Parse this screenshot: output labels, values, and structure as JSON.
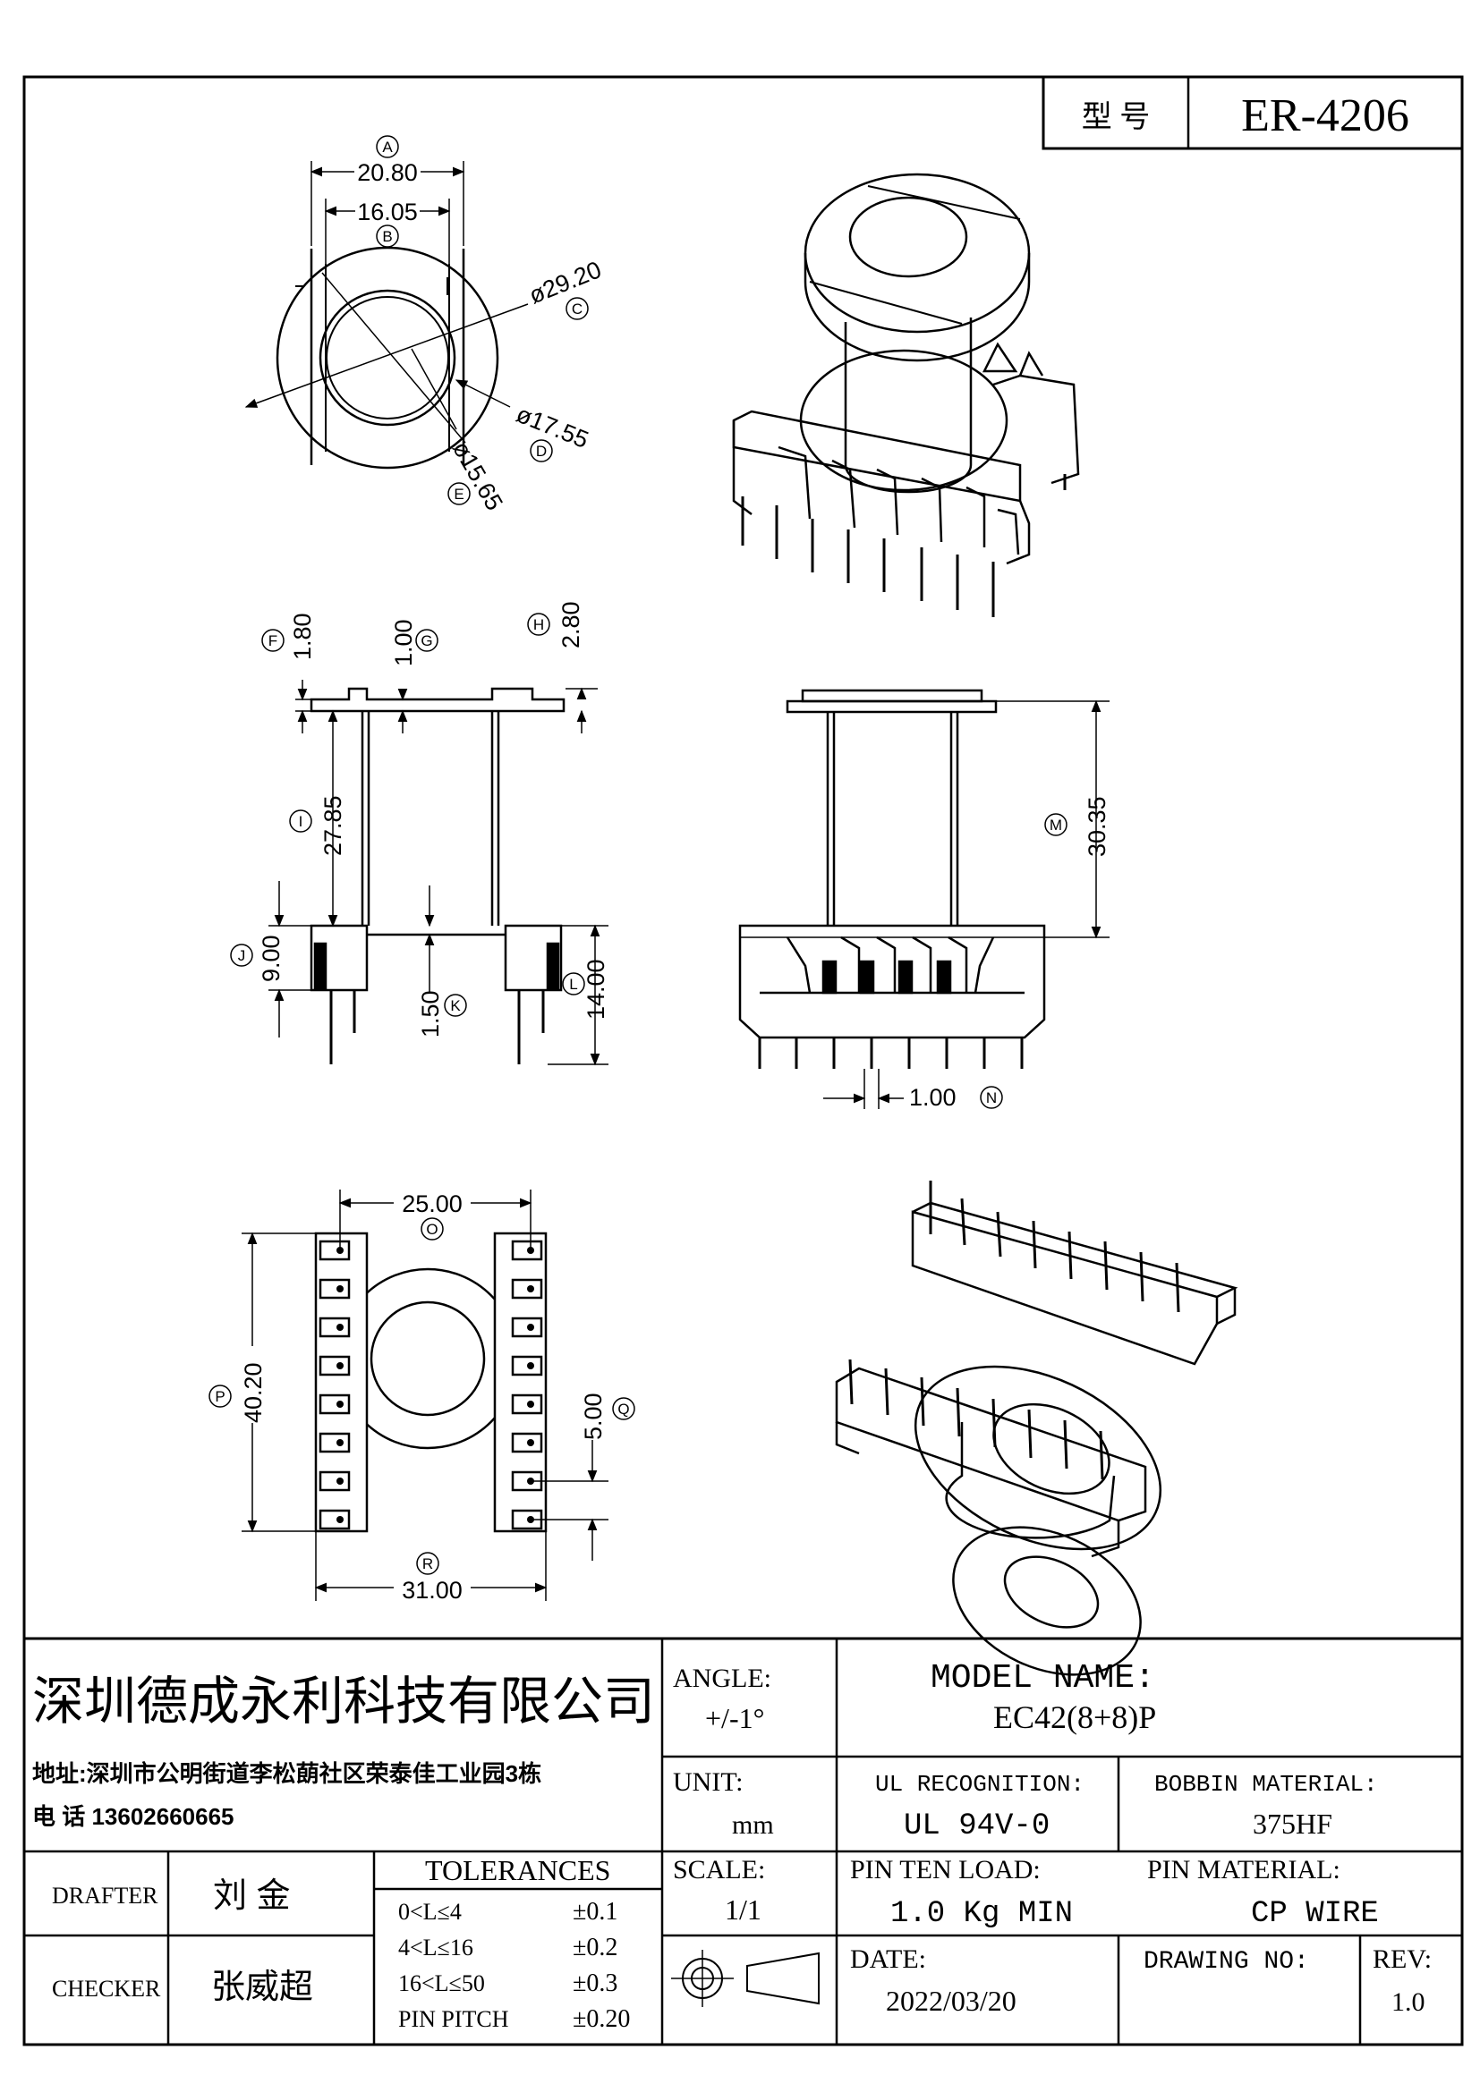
{
  "header": {
    "type_label": "型 号",
    "part_number": "ER-4206"
  },
  "dimensions": {
    "A": "20.80",
    "B": "16.05",
    "C": "ø29.20",
    "D": "ø17.55",
    "E": "ø15.65",
    "F": "1.80",
    "G": "1.00",
    "H": "2.80",
    "I": "27.85",
    "J": "9.00",
    "K": "1.50",
    "L": "14.00",
    "M": "30.35",
    "N": "1.00",
    "O": "25.00",
    "P": "40.20",
    "Q": "5.00",
    "R": "31.00"
  },
  "callouts": [
    "A",
    "B",
    "C",
    "D",
    "E",
    "F",
    "G",
    "H",
    "I",
    "J",
    "K",
    "L",
    "M",
    "N",
    "O",
    "P",
    "Q",
    "R"
  ],
  "title_block": {
    "company": "深圳德成永利科技有限公司",
    "address": "地址:深圳市公明街道李松蓢社区荣泰佳工业园3栋",
    "phone": "电 话  13602660665",
    "angle_label": "ANGLE:",
    "angle_value": "+/-1°",
    "model_label": "MODEL NAME:",
    "model_value": "EC42(8+8)P",
    "unit_label": "UNIT:",
    "unit_value": "mm",
    "ul_label": "UL RECOGNITION:",
    "ul_value": "UL 94V-0",
    "bobbin_label": "BOBBIN MATERIAL:",
    "bobbin_value": "375HF",
    "drafter_label": "DRAFTER",
    "drafter_value": "刘  金",
    "checker_label": "CHECKER",
    "checker_value": "张威超",
    "tolerances_label": "TOLERANCES",
    "tolerances": [
      {
        "range": "0<L≤4",
        "value": "±0.1"
      },
      {
        "range": "4<L≤16",
        "value": "±0.2"
      },
      {
        "range": "16<L≤50",
        "value": "±0.3"
      },
      {
        "range": "PIN PITCH",
        "value": "±0.20"
      }
    ],
    "scale_label": "SCALE:",
    "scale_value": "1/1",
    "pin_load_label": "PIN TEN LOAD:",
    "pin_load_value": "1.0 Kg MIN",
    "pin_material_label": "PIN MATERIAL:",
    "pin_material_value": "CP WIRE",
    "date_label": "DATE:",
    "date_value": "2022/03/20",
    "drawing_no_label": "DRAWING NO:",
    "rev_label": "REV:",
    "rev_value": "1.0"
  }
}
